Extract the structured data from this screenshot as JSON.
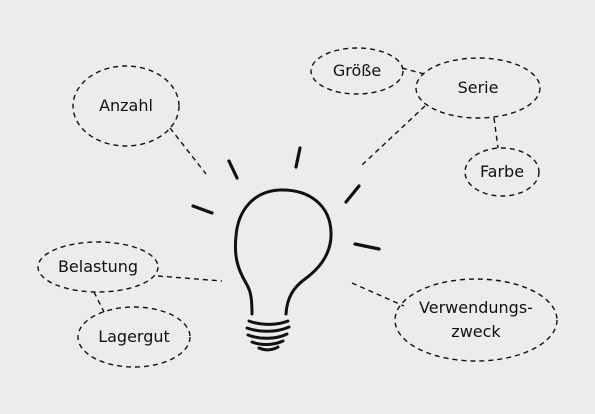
{
  "diagram": {
    "colors": {
      "background": "#ececec",
      "stroke": "#111111"
    },
    "center_icon": "lightbulb-icon",
    "nodes": [
      {
        "id": "anzahl",
        "label": "Anzahl"
      },
      {
        "id": "groesse",
        "label": "Größe"
      },
      {
        "id": "serie",
        "label": "Serie"
      },
      {
        "id": "farbe",
        "label": "Farbe"
      },
      {
        "id": "belastung",
        "label": "Belastung"
      },
      {
        "id": "lagergut",
        "label": "Lagergut"
      },
      {
        "id": "verwendungszweck",
        "label_line1": "Verwendungs-",
        "label_line2": "zweck"
      }
    ]
  }
}
